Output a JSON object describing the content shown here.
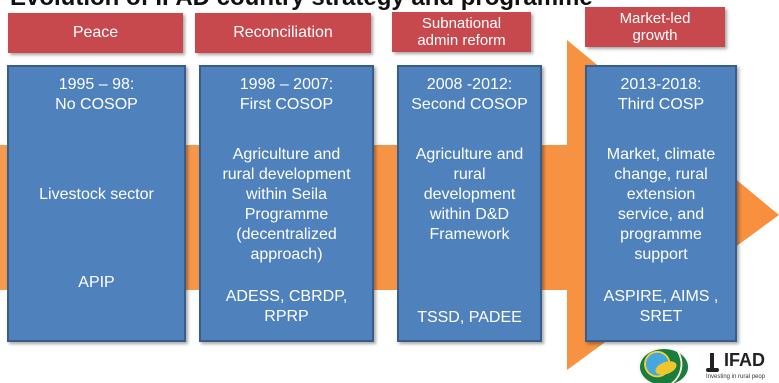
{
  "slide": {
    "title": "Evolution of IFAD country strategy and programme"
  },
  "colors": {
    "phase_box": "#4f81bd",
    "phase_border": "#385d8a",
    "header": "#c8494d",
    "arrow": "#f79646"
  },
  "phases": [
    {
      "header": "Peace",
      "period": "1995 – 98:\nNo COSOP",
      "description": "Livestock sector",
      "programme": "APIP"
    },
    {
      "header": "Reconciliation",
      "period": "1998 – 2007:\nFirst COSOP",
      "description": "Agriculture and\nrural development\nwithin Seila\nProgramme\n(decentralized\napproach)",
      "programme": "ADESS, CBRDP,\nRPRP"
    },
    {
      "header": "Subnational\nadmin reform",
      "period": "2008 -2012:\nSecond COSOP",
      "description": "Agriculture and\nrural\ndevelopment\nwithin D&D\nFramework",
      "programme": "TSSD, PADEE"
    },
    {
      "header": "Market-led\ngrowth",
      "period": "2013-2018:\nThird COSP",
      "description": "Market, climate\nchange, rural\nextension\nservice, and\nprogramme\nsupport",
      "programme": "ASPIRE, AIMS ,\nSRET"
    }
  ],
  "logo": {
    "icon": "ifad-globe-logo-icon",
    "text": "IFAD",
    "tagline": "Investing in rural peop"
  }
}
